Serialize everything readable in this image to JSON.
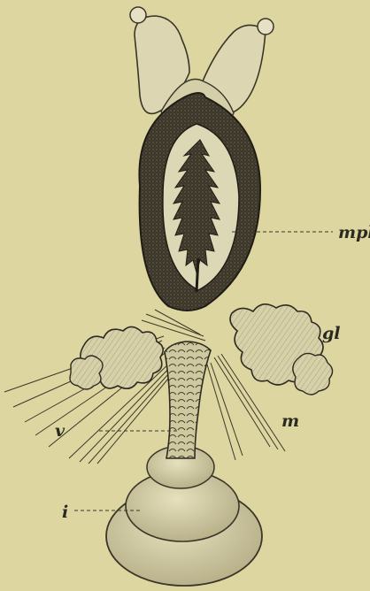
{
  "labels": {
    "mph": "mph",
    "gl": "gl",
    "m": "m",
    "v": "v",
    "i": "i"
  },
  "colors": {
    "paper": "#ddd6a0",
    "ink": "#2b2a22",
    "tissue_light": "#d7d2a8",
    "tissue_dark": "#3a3528"
  }
}
